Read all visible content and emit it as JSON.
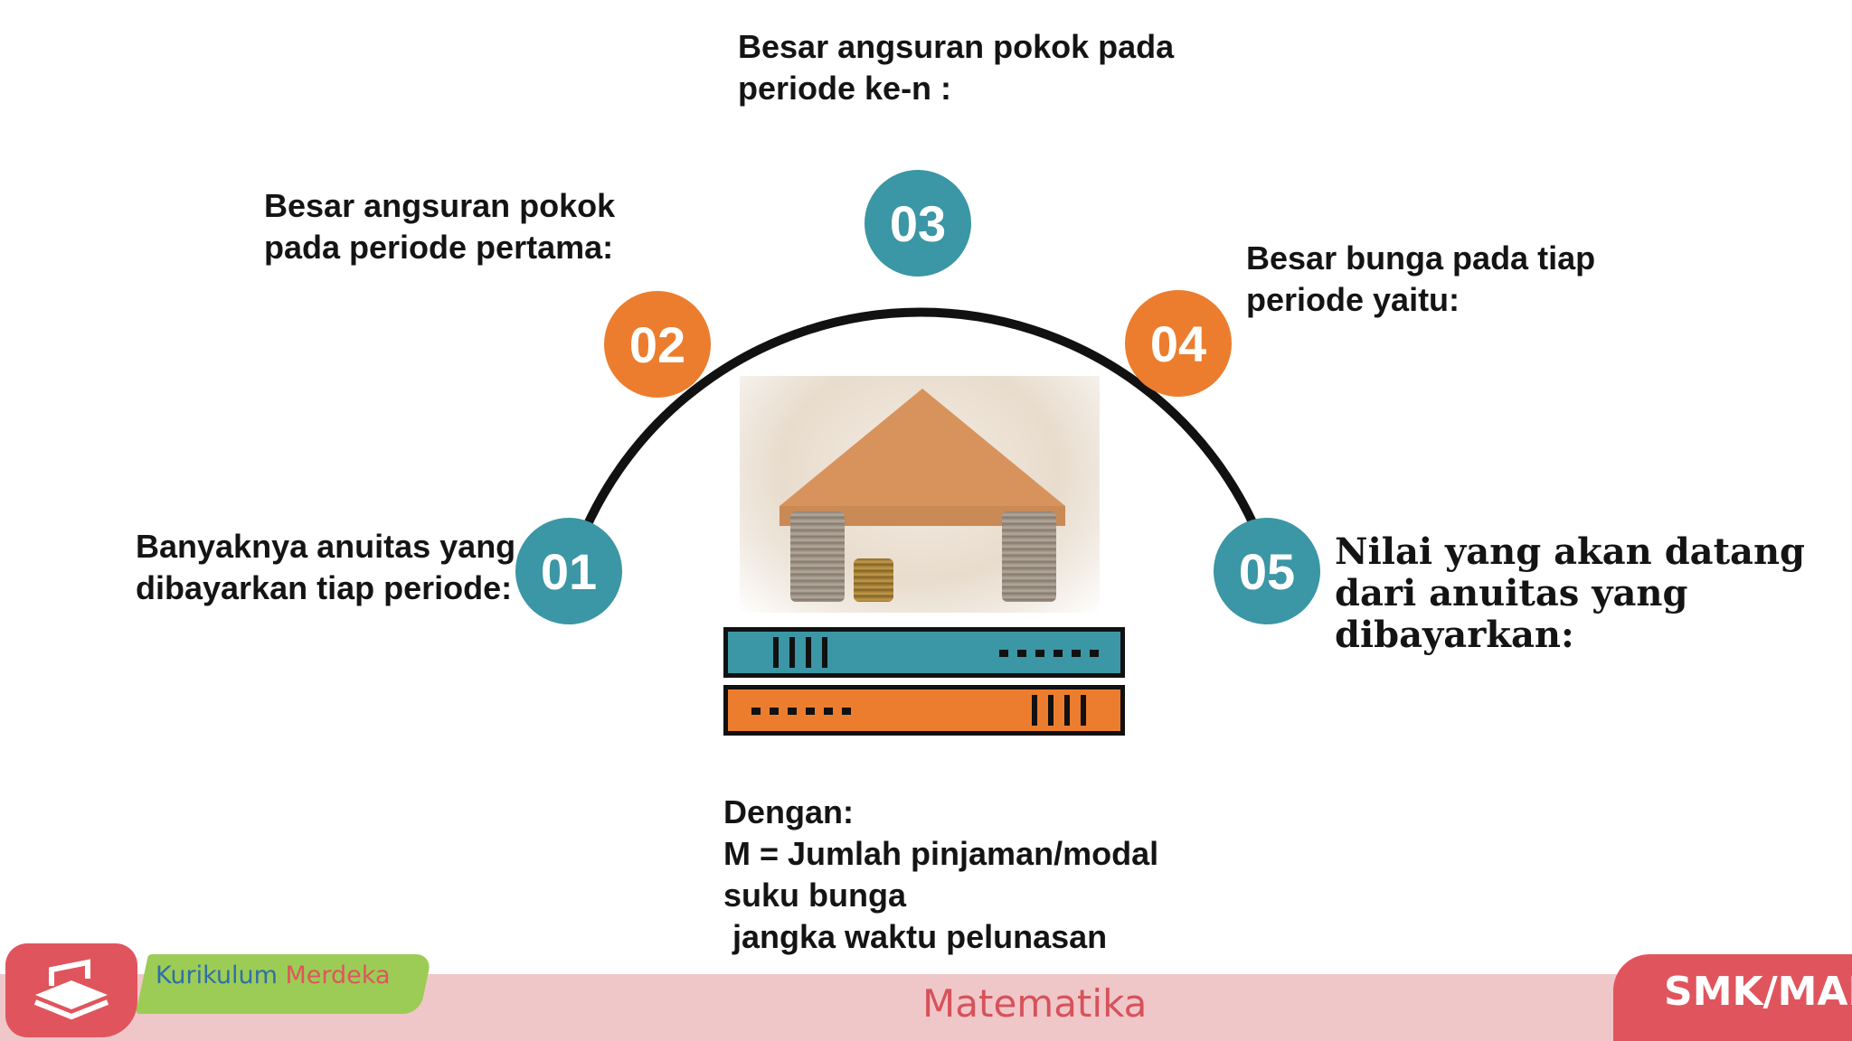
{
  "colors": {
    "teal": "#3b96a5",
    "orange": "#ec7d2f",
    "text": "#141414",
    "footer_band": "#f0c7c9",
    "footer_red": "#e0555d",
    "footer_green": "#9ccc55"
  },
  "steps": [
    {
      "number": "01",
      "color": "teal",
      "lines": [
        "Banyaknya anuitas yang",
        "dibayarkan tiap periode:"
      ]
    },
    {
      "number": "02",
      "color": "orange",
      "lines": [
        "Besar angsuran pokok",
        "pada periode pertama:"
      ]
    },
    {
      "number": "03",
      "color": "teal",
      "lines": [
        "Besar angsuran pokok pada",
        "periode ke-n  :"
      ]
    },
    {
      "number": "04",
      "color": "orange",
      "lines": [
        "Besar bunga pada tiap",
        "periode  yaitu:"
      ]
    },
    {
      "number": "05",
      "color": "teal",
      "lines": [
        "Nilai yang akan datang",
        "dari anuitas yang",
        "dibayarkan:"
      ]
    }
  ],
  "notes": {
    "lines": [
      "Dengan:",
      "M = Jumlah pinjaman/modal",
      "suku bunga",
      " jangka waktu pelunasan"
    ]
  },
  "illustration": {
    "icon": "money-house-photo",
    "books_icon": "stacked-books-icon"
  },
  "footer": {
    "logo_icon": "book-stack-logo-icon",
    "curriculum_word1": "Kurikulum",
    "curriculum_word2": "Merdeka",
    "subject": "Matematika",
    "level": "SMK/MAK"
  }
}
